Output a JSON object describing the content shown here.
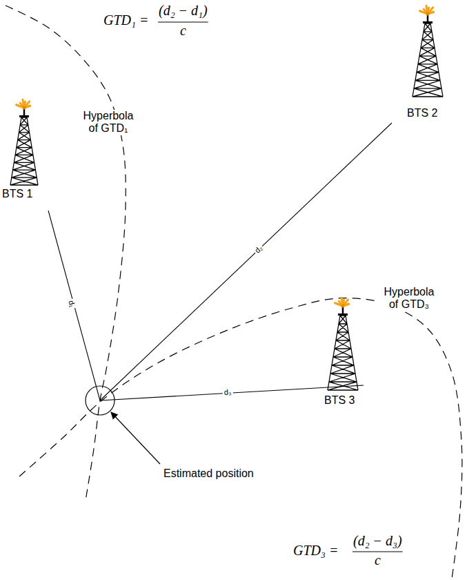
{
  "diagram": {
    "labels": [
      "GTD₁ =",
      "(d₂ − d₁)",
      "c",
      "Hyperbola of GTD₁",
      "BTS 1",
      "BTS 2",
      "BTS 3",
      "d₁",
      "d₂",
      "d₃",
      "Hyperbola of GTD₃",
      "Estimated position",
      "GTD₃ =",
      "(d₂ − d₃)",
      "c"
    ]
  }
}
